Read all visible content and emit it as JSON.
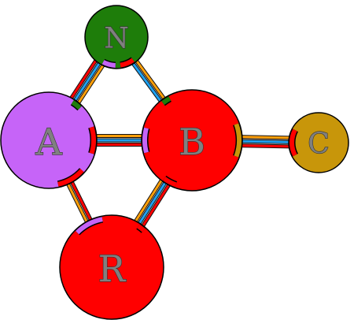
{
  "diagram": {
    "nodes": [
      {
        "id": "N",
        "label": "N",
        "color": "#1e7d0a"
      },
      {
        "id": "A",
        "label": "A",
        "color": "#c664f8"
      },
      {
        "id": "B",
        "label": "B",
        "color": "#ff0000"
      },
      {
        "id": "C",
        "label": "C",
        "color": "#c8960a"
      },
      {
        "id": "R",
        "label": "R",
        "color": "#ff0000"
      }
    ],
    "edges": [
      {
        "from": "N",
        "to": "A",
        "strands": [
          "#ff9f0a",
          "#1ea0f0",
          "#ff0000"
        ]
      },
      {
        "from": "N",
        "to": "B",
        "strands": [
          "#ff9f0a",
          "#1ea0f0"
        ]
      },
      {
        "from": "A",
        "to": "B",
        "strands": [
          "#ff9f0a",
          "#1ea0f0",
          "#ff0000"
        ]
      },
      {
        "from": "A",
        "to": "R",
        "strands": [
          "#ff0000",
          "#ff9f0a"
        ]
      },
      {
        "from": "B",
        "to": "R",
        "strands": [
          "#ff0000",
          "#1ea0f0",
          "#ff9f0a"
        ]
      },
      {
        "from": "B",
        "to": "C",
        "strands": [
          "#ff9f0a",
          "#1ea0f0",
          "#ff0000"
        ]
      }
    ]
  }
}
